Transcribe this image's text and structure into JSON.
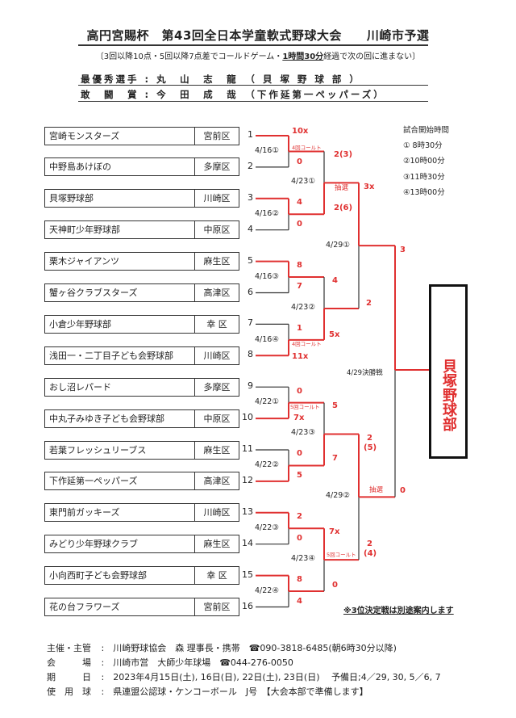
{
  "title": "高円宮賜杯　第43回全日本学童軟式野球大会　　川崎市予選",
  "rule": {
    "pre": "〔3回以降10点・5回以降7点差でコールドゲーム・",
    "bold": "1時間30分",
    "post": "経過で次の回に進まない〕"
  },
  "awards": [
    {
      "label": "最優秀選手",
      "name": "丸　山　志　龍",
      "team": "（ 貝 塚 野 球 部 ）"
    },
    {
      "label": "敢　闘　賞",
      "name": "今　田　成　哉",
      "team": "（下作延第一ペッパーズ）"
    }
  ],
  "teams": [
    {
      "no": "1",
      "name": "宮崎モンスターズ",
      "district": "宮前区"
    },
    {
      "no": "2",
      "name": "中野島あけぼの",
      "district": "多摩区"
    },
    {
      "no": "3",
      "name": "貝塚野球部",
      "district": "川崎区"
    },
    {
      "no": "4",
      "name": "天神町少年野球部",
      "district": "中原区"
    },
    {
      "no": "5",
      "name": "栗木ジャイアンツ",
      "district": "麻生区"
    },
    {
      "no": "6",
      "name": "蟹ヶ谷クラブスターズ",
      "district": "高津区"
    },
    {
      "no": "7",
      "name": "小倉少年野球部",
      "district": "幸 区"
    },
    {
      "no": "8",
      "name": "浅田一・二丁目子ども会野球部",
      "district": "川崎区"
    },
    {
      "no": "9",
      "name": "おし沼レパード",
      "district": "多摩区"
    },
    {
      "no": "10",
      "name": "中丸子みゆき子ども会野球部",
      "district": "中原区"
    },
    {
      "no": "11",
      "name": "若葉フレッシュリーブス",
      "district": "麻生区"
    },
    {
      "no": "12",
      "name": "下作延第一ペッパーズ",
      "district": "高津区"
    },
    {
      "no": "13",
      "name": "東門前ガッキーズ",
      "district": "川崎区"
    },
    {
      "no": "14",
      "name": "みどり少年野球クラブ",
      "district": "麻生区"
    },
    {
      "no": "15",
      "name": "小向西町子ども会野球部",
      "district": "幸 区"
    },
    {
      "no": "16",
      "name": "花の台フラワーズ",
      "district": "宮前区"
    }
  ],
  "dates": [
    "4/16①",
    "4/16②",
    "4/16③",
    "4/16④",
    "4/22①",
    "4/22②",
    "4/22③",
    "4/22④",
    "4/23①",
    "4/23②",
    "4/23③",
    "4/23④",
    "4/29①",
    "4/29②",
    "4/29決勝戦"
  ],
  "scores": [
    "10x",
    "0",
    "4",
    "0",
    "8",
    "7",
    "1",
    "11x",
    "0",
    "7x",
    "0",
    "5",
    "2",
    "0",
    "8",
    "4",
    "2(3)",
    "2(6)",
    "4",
    "5x",
    "5",
    "7",
    "7x",
    "0",
    "3x",
    "2",
    "2",
    "(5)",
    "2",
    "(4)",
    "3",
    "0"
  ],
  "notes": {
    "cold4": "4回コールト",
    "cold5": "5回コールト",
    "lottery": "抽選",
    "third_place": "※3位決定戦は別途案内します"
  },
  "schedule": {
    "title": "試合開始時間",
    "times": [
      "① 8時30分",
      "②10時00分",
      "③11時30分",
      "④13時00分"
    ]
  },
  "champion": "貝塚野球部",
  "footer": [
    {
      "label": "主催・主管",
      "value": "川崎野球協会　森 理事長・携帯　☎090-3818-6485(朝6時30分以降)"
    },
    {
      "label": "会　　　場",
      "value": "川崎市営　大師少年球場　☎044-276-0050"
    },
    {
      "label": "期　　　日",
      "value": "2023年4月15日(土), 16日(日), 22日(土), 23日(日)　 予備日;4／29, 30, 5／6, 7"
    },
    {
      "label": "使　用　球",
      "value": "県連盟公認球・ケンコーボール　J号　【大会本部で準備します】"
    }
  ],
  "colors": {
    "winner_line": "#e03030",
    "line": "#333333"
  }
}
